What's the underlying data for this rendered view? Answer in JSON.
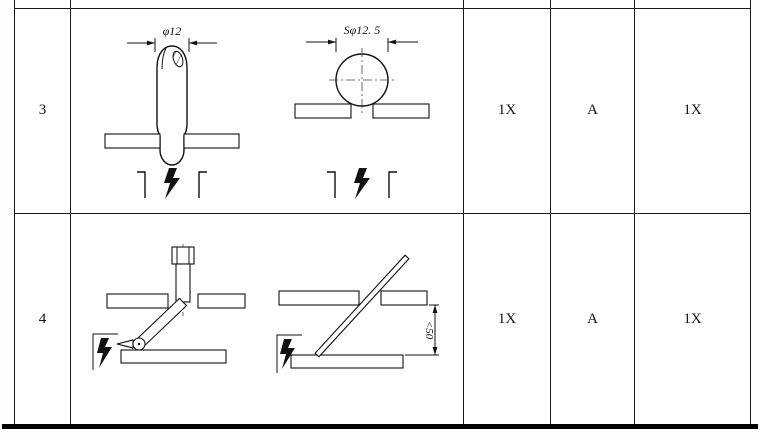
{
  "page": {
    "background": "#fefefe",
    "border_color": "#1a1a1a"
  },
  "table": {
    "rows": [
      {
        "id": "3",
        "col3": "1X",
        "col4": "A",
        "col5": "1X",
        "diagrams": {
          "finger_dim": "φ12",
          "sphere_dim": "Sφ12. 5"
        }
      },
      {
        "id": "4",
        "col3": "1X",
        "col4": "A",
        "col5": "1X",
        "diagrams": {
          "clearance_dim": "<50"
        }
      }
    ]
  }
}
